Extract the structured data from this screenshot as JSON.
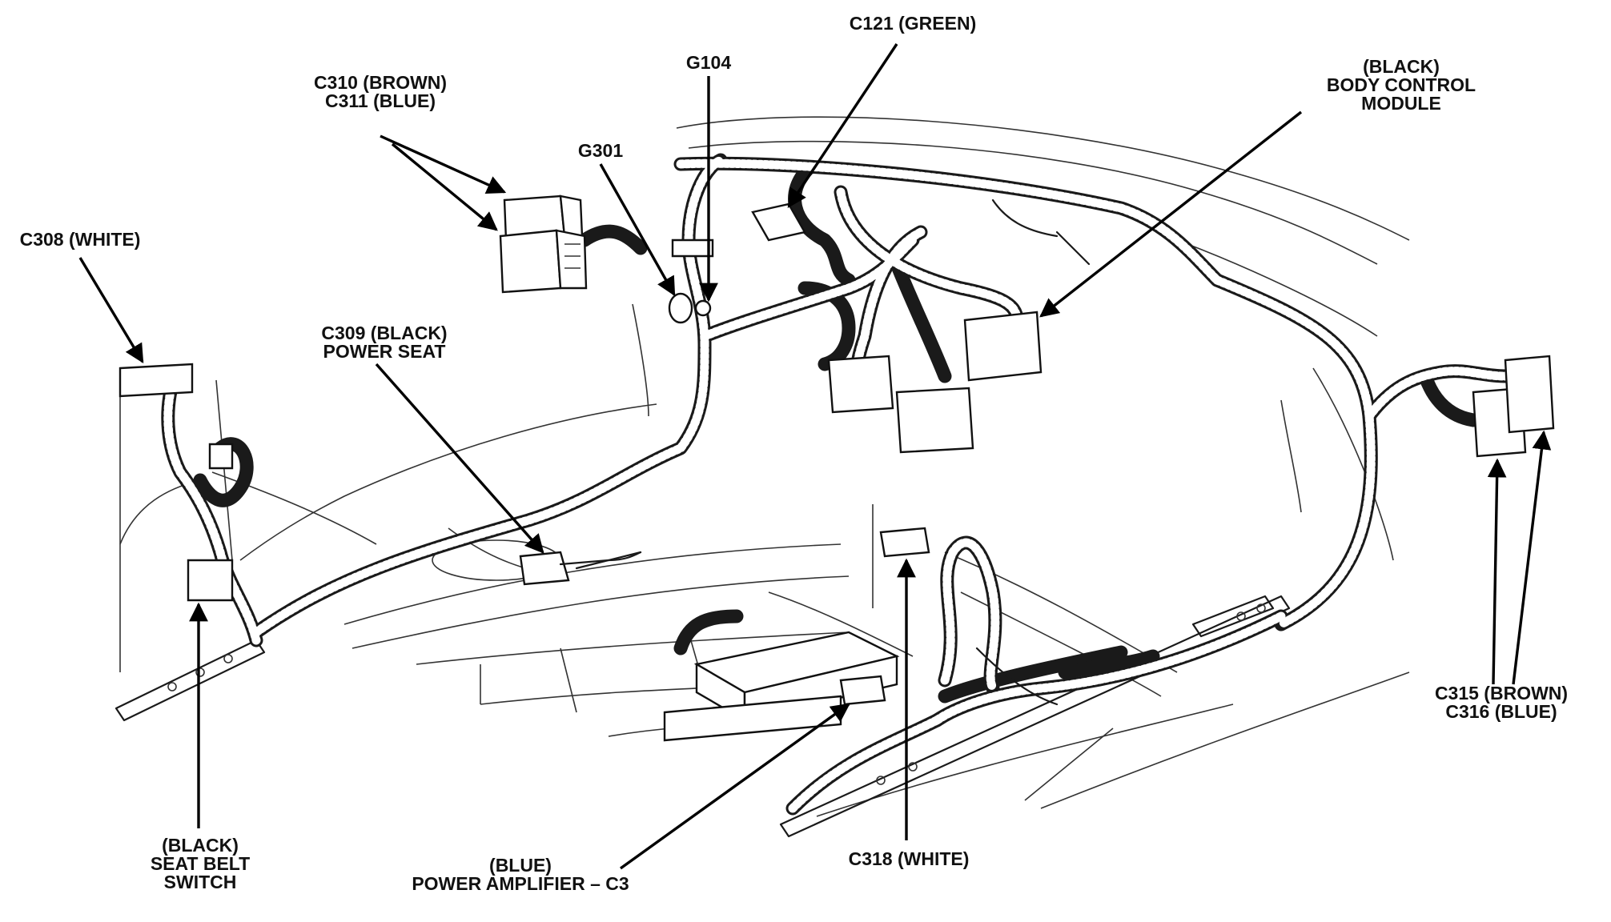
{
  "labels": {
    "c121": [
      "C121 (GREEN)"
    ],
    "g104": [
      "G104"
    ],
    "c310_c311": [
      "C310 (BROWN)",
      "C311 (BLUE)"
    ],
    "g301": [
      "G301"
    ],
    "bcm": [
      "(BLACK)",
      "BODY CONTROL",
      "MODULE"
    ],
    "c308": [
      "C308 (WHITE)"
    ],
    "c309": [
      "C309 (BLACK)",
      "POWER SEAT"
    ],
    "c315_c316": [
      "C315 (BROWN)",
      "C316 (BLUE)"
    ],
    "seat_belt": [
      "(BLACK)",
      "SEAT BELT",
      "SWITCH"
    ],
    "amp": [
      "(BLUE)",
      "POWER AMPLIFIER – C3"
    ],
    "c318": [
      "C318 (WHITE)"
    ]
  }
}
